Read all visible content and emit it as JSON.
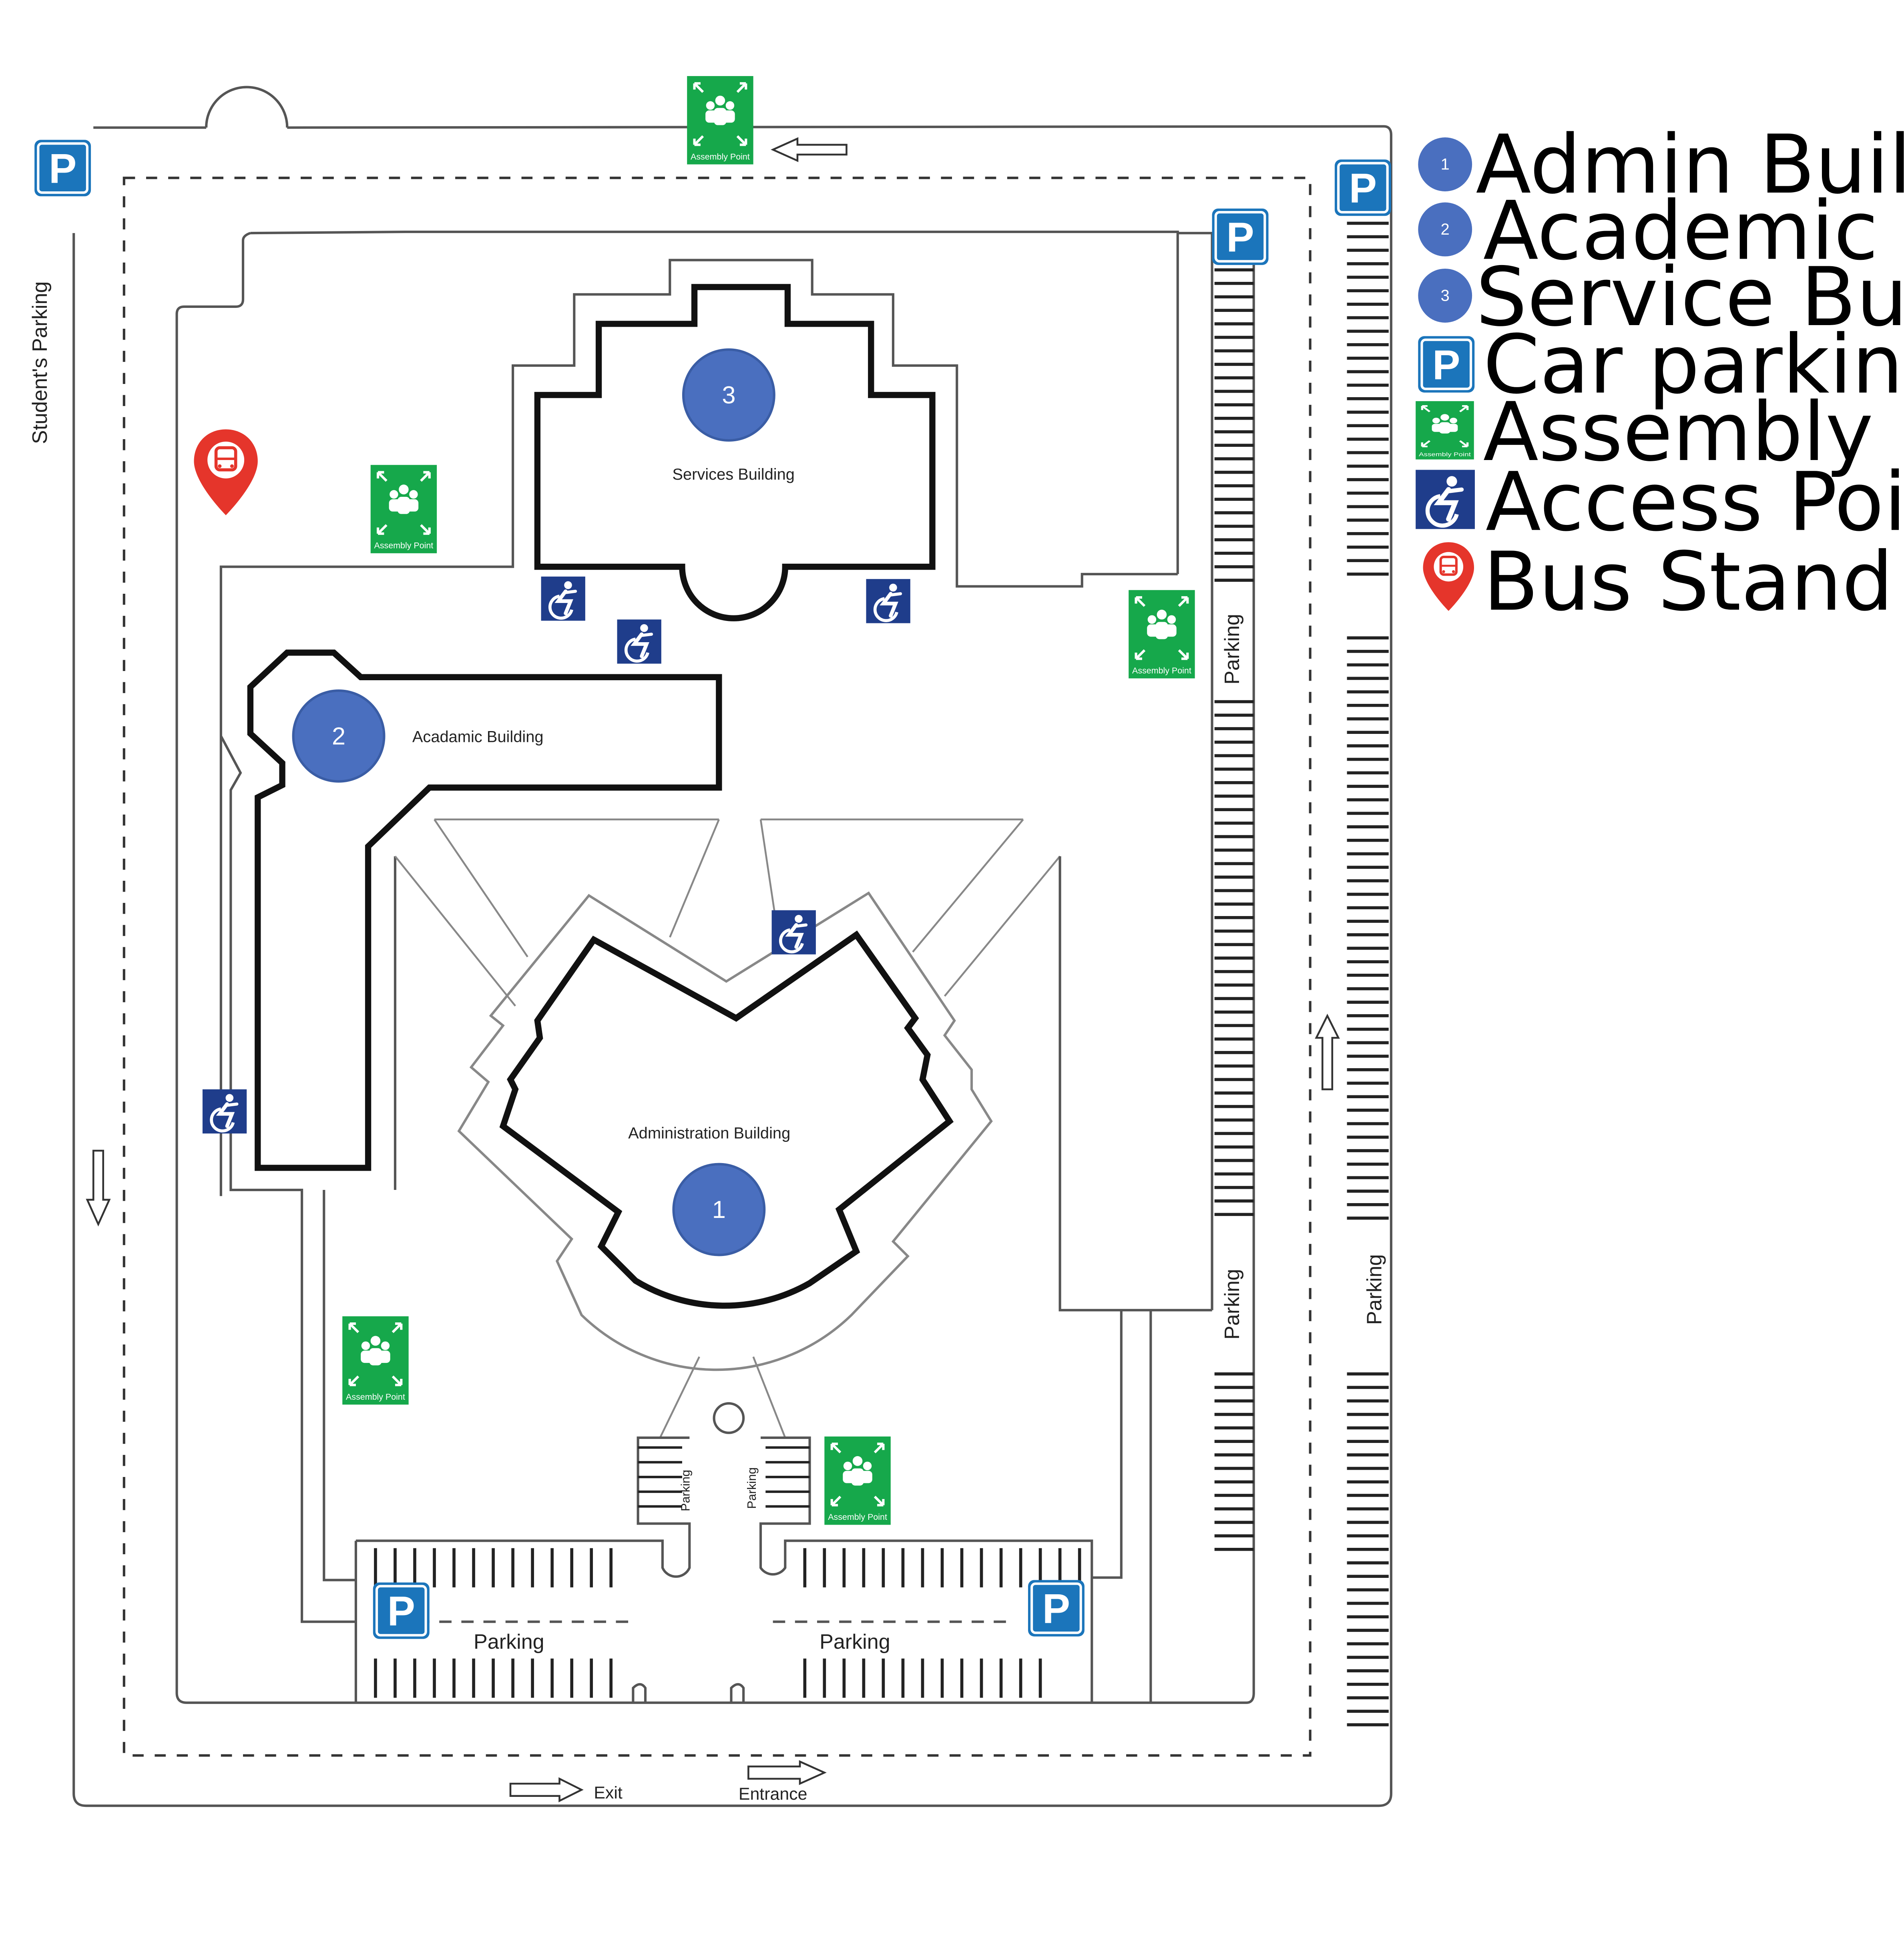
{
  "map": {
    "street_labels": {
      "student_parking": "Student's Parking",
      "exit": "Exit",
      "entrance": "Entrance"
    },
    "buildings": [
      {
        "number": "1",
        "label": "Administration Building"
      },
      {
        "number": "2",
        "label": "Acadamic Building"
      },
      {
        "number": "3",
        "label": "Services Building"
      }
    ],
    "parking_label": "Parking",
    "assembly_sign_text": "Assembly Point",
    "parking_sign_letter": "P"
  },
  "legend": {
    "items": [
      {
        "icon": "badge-1",
        "number": "1",
        "label": "Admin Building"
      },
      {
        "icon": "badge-2",
        "number": "2",
        "label": "Academic Building"
      },
      {
        "icon": "badge-3",
        "number": "3",
        "label": "Service Building"
      },
      {
        "icon": "parking-icon",
        "label": "Car parking"
      },
      {
        "icon": "assembly-point-icon",
        "label": "Assembly point"
      },
      {
        "icon": "wheelchair-icon",
        "label": "Access Point for Handicapped"
      },
      {
        "icon": "bus-stop-icon",
        "label": "Bus Stand"
      }
    ]
  },
  "colors": {
    "badge_blue": "#4a6fbf",
    "parking_blue": "#1b75bb",
    "assembly_green": "#16a84b",
    "access_navy": "#1f3d8b",
    "bus_red": "#e5352b",
    "line_gray": "#555555"
  }
}
